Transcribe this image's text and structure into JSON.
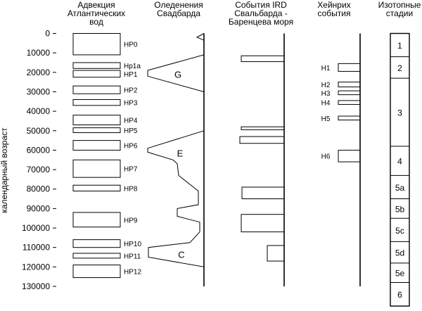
{
  "chart_data": {
    "type": "table",
    "ylabel": "календарный возраст",
    "ylim": [
      0,
      130000
    ],
    "yticks": [
      "0",
      "10000",
      "20000",
      "30000",
      "40000",
      "50000",
      "60000",
      "70000",
      "80000",
      "90000",
      "100000",
      "110000",
      "120000",
      "130000"
    ],
    "columns": [
      {
        "title": [
          "Адвекция",
          "Атлантических",
          "вод"
        ],
        "events": [
          {
            "label": "HP0",
            "from": 0,
            "to": 11000
          },
          {
            "label": "Hp1a",
            "from": 15000,
            "to": 18000
          },
          {
            "label": "HP1",
            "from": 19000,
            "to": 22500
          },
          {
            "label": "HP2",
            "from": 27000,
            "to": 31000
          },
          {
            "label": "HP3",
            "from": 34000,
            "to": 37000
          },
          {
            "label": "HP4",
            "from": 42000,
            "to": 47000
          },
          {
            "label": "HP5",
            "from": 48500,
            "to": 51000
          },
          {
            "label": "HP6",
            "from": 55000,
            "to": 60000
          },
          {
            "label": "HP7",
            "from": 65000,
            "to": 74000
          },
          {
            "label": "HP8",
            "from": 78000,
            "to": 81000
          },
          {
            "label": "HP9",
            "from": 92000,
            "to": 99500
          },
          {
            "label": "HP10",
            "from": 106000,
            "to": 110000
          },
          {
            "label": "HP11",
            "from": 113000,
            "to": 115500
          },
          {
            "label": "HP12",
            "from": 119000,
            "to": 125500
          }
        ]
      },
      {
        "title": [
          "Оледенения",
          "Свадбарда"
        ],
        "glaciations": [
          {
            "label": "G",
            "label_age": 21000
          },
          {
            "label": "E",
            "label_age": 61500
          },
          {
            "label": "C",
            "label_age": 113500
          }
        ]
      },
      {
        "title": [
          "События IRD",
          "Свальбарда -",
          "Баренцева моря"
        ],
        "events": [
          {
            "from": 11500,
            "to": 14500
          },
          {
            "from": 48000,
            "to": 49500
          },
          {
            "from": 53000,
            "to": 56500
          },
          {
            "from": 79000,
            "to": 85000
          },
          {
            "from": 93000,
            "to": 102000
          },
          {
            "from": 109000,
            "to": 117000
          }
        ]
      },
      {
        "title": [
          "Хейнрих",
          "события"
        ],
        "events": [
          {
            "label": "H1",
            "from": 15500,
            "to": 19500
          },
          {
            "label": "H2",
            "from": 25000,
            "to": 27500
          },
          {
            "label": "H3",
            "from": 29500,
            "to": 31500
          },
          {
            "label": "H4",
            "from": 34500,
            "to": 36500
          },
          {
            "label": "H5",
            "from": 42500,
            "to": 44500
          },
          {
            "label": "H6",
            "from": 60000,
            "to": 66000
          }
        ]
      },
      {
        "title": [
          "Изотопные",
          "стадии"
        ],
        "stages": [
          {
            "label": "1",
            "from": 0,
            "to": 12000
          },
          {
            "label": "2",
            "from": 12000,
            "to": 23000
          },
          {
            "label": "3",
            "from": 23000,
            "to": 58000
          },
          {
            "label": "4",
            "from": 58000,
            "to": 73000
          },
          {
            "label": "5a",
            "from": 73000,
            "to": 85000
          },
          {
            "label": "5b",
            "from": 85000,
            "to": 95000
          },
          {
            "label": "5c",
            "from": 95000,
            "to": 107000
          },
          {
            "label": "5d",
            "from": 107000,
            "to": 118000
          },
          {
            "label": "5e",
            "from": 118000,
            "to": 128000
          },
          {
            "label": "6",
            "from": 128000,
            "to": 140000
          }
        ]
      }
    ]
  }
}
